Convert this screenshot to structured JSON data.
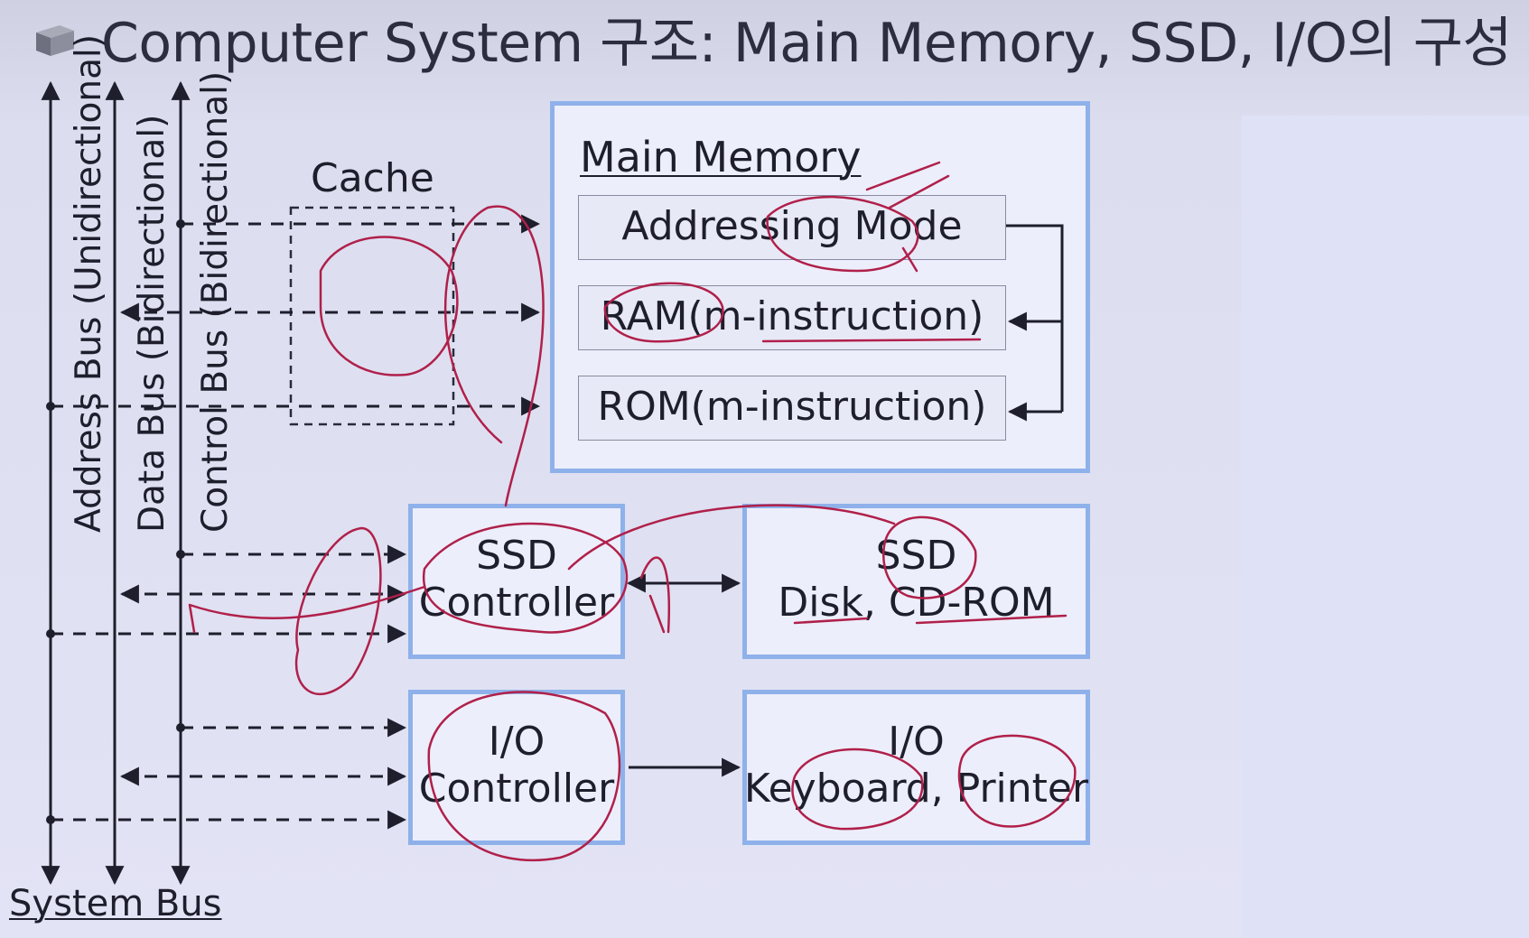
{
  "slide": {
    "title": "Computer System 구조: Main Memory, SSD, I/O의 구성",
    "icon": "cube-icon"
  },
  "buses": {
    "address": "Address Bus (Unidirectional)",
    "data": "Data Bus (Bidirectional)",
    "control": "Control Bus (Bidirectional)",
    "system": "System Bus"
  },
  "cache": {
    "label": "Cache"
  },
  "main_memory": {
    "title": "Main Memory",
    "items": [
      {
        "label": "Addressing Mode"
      },
      {
        "label": "RAM(m-instruction)"
      },
      {
        "label": "ROM(m-instruction)"
      }
    ]
  },
  "ssd_controller": {
    "line1": "SSD",
    "line2": "Controller"
  },
  "ssd_device": {
    "line1": "SSD",
    "line2": "Disk, CD-ROM"
  },
  "io_controller": {
    "line1": "I/O",
    "line2": "Controller"
  },
  "io_device": {
    "line1": "I/O",
    "line2": "Keyboard, Printer"
  },
  "colors": {
    "box_border": "#8fb1ea",
    "box_fill": "#eceefb",
    "annotation_pen": "#b0204a",
    "text": "#1e1e2c"
  }
}
